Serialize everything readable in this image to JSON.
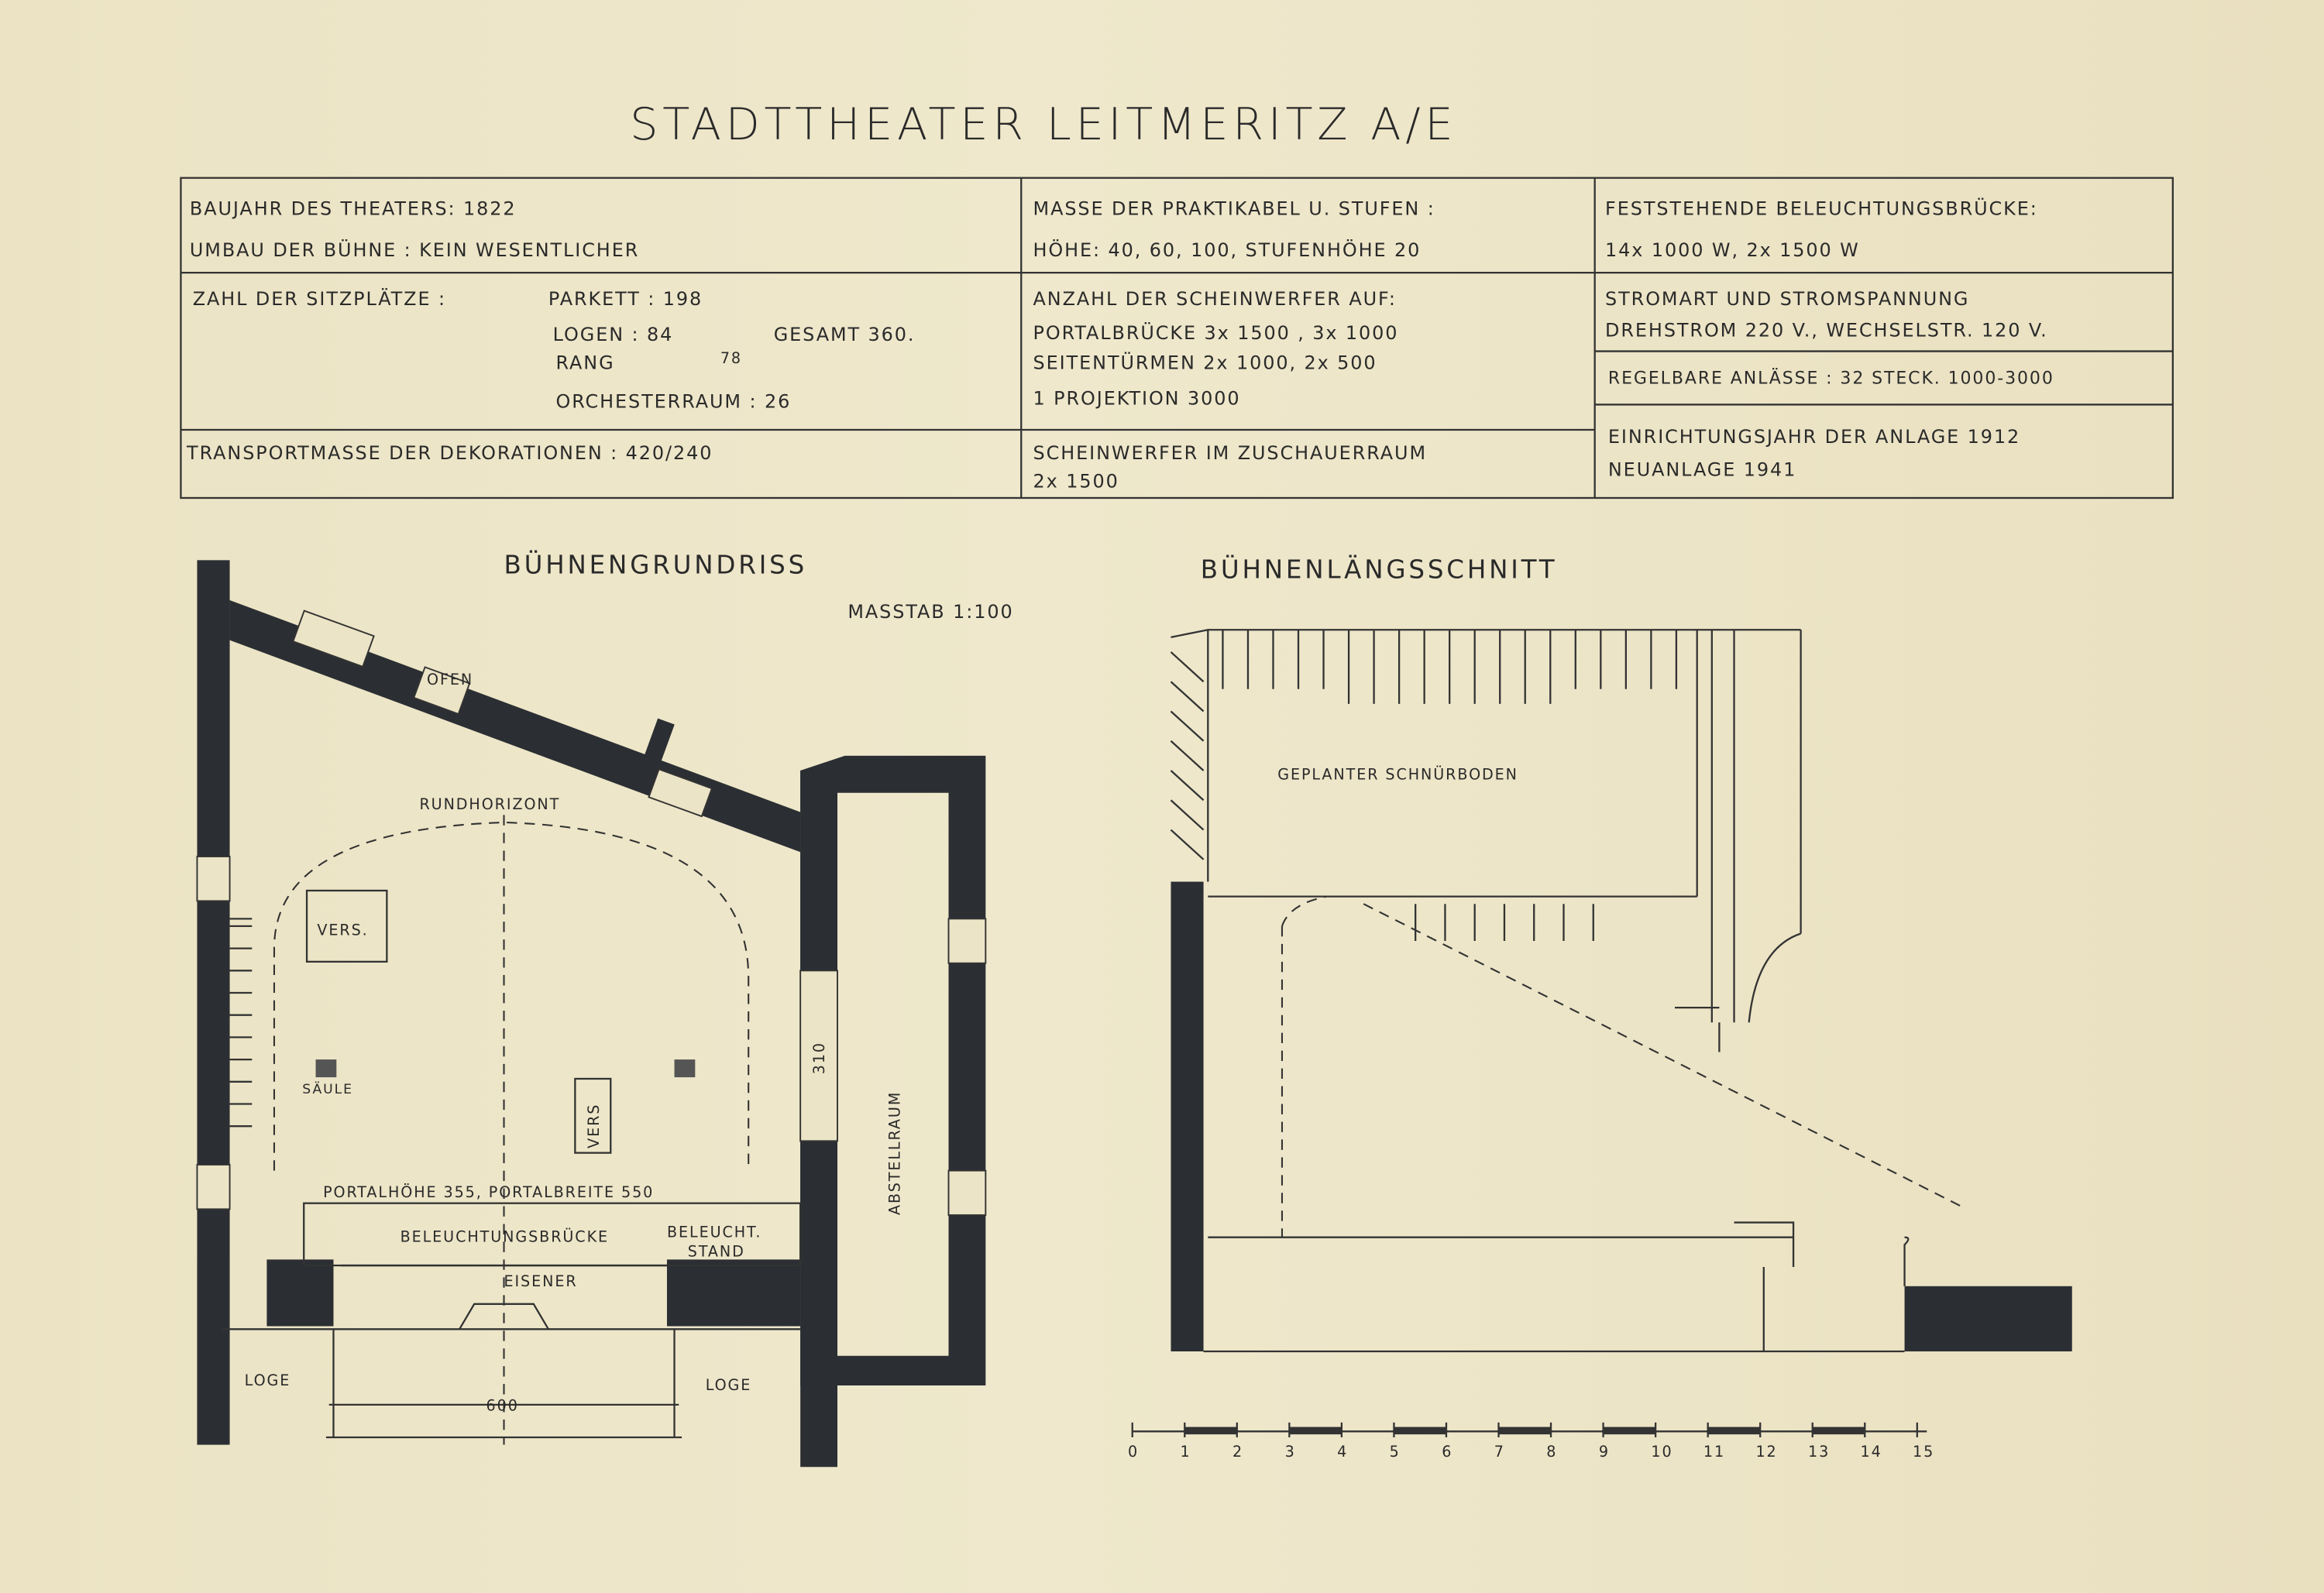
{
  "title": "STADTTHEATER LEITMERITZ A/E",
  "table": {
    "baujahr": "BAUJAHR DES THEATERS: 1822",
    "umbau": "UMBAU DER BÜHNE : KEIN WESENTLICHER",
    "sitzplaetze_label": "ZAHL DER SITZPLÄTZE :",
    "parkett": "PARKETT : 198",
    "logen": "LOGEN  :  84",
    "gesamt": "GESAMT 360.",
    "rang": "RANG",
    "rang_value": "78",
    "orchester": "ORCHESTERRAUM : 26",
    "transport": "TRANSPORTMASSE DER DEKORATIONEN : 420/240",
    "praktikabel_1": "MASSE DER PRAKTIKABEL U. STUFEN :",
    "praktikabel_2": "HÖHE: 40, 60, 100,  STUFENHÖHE 20",
    "scheinwerfer_1": "ANZAHL DER SCHEINWERFER AUF:",
    "scheinwerfer_2": "PORTALBRÜCKE  3x 1500 , 3x 1000",
    "scheinwerfer_3": "SEITENTÜRMEN 2x 1000, 2x 500",
    "scheinwerfer_4": "1 PROJEKTION 3000",
    "zuschauer_1": "SCHEINWERFER IM ZUSCHAUERRAUM",
    "zuschauer_2": "2x 1500",
    "brucke_1": "FESTSTEHENDE BELEUCHTUNGSBRÜCKE:",
    "brucke_2": "14x 1000 W, 2x 1500 W",
    "strom_1": "STROMART UND STROMSPANNUNG",
    "strom_2": "DREHSTROM   220 V., WECHSELSTR. 120 V.",
    "regelbar": "REGELBARE ANLÄSSE : 32 STECK. 1000-3000",
    "einrichtung_1": "EINRICHTUNGSJAHR DER ANLAGE 1912",
    "einrichtung_2": "NEUANLAGE 1941"
  },
  "plan": {
    "heading": "BÜHNENGRUNDRISS",
    "scale": "MASSTAB 1:100",
    "ofen": "OFEN",
    "rundhorizont": "RUNDHORIZONT",
    "vers": "VERS.",
    "saeule": "SÄULE",
    "vers2": "VERS",
    "portal": "PORTALHÖHE 355, PORTALBREITE 550",
    "beleuchtungsbruecke": "BELEUCHTUNGSBRÜCKE",
    "beleucht_1": "BELEUCHT.",
    "beleucht_2": "STAND",
    "eisener": "EISENER",
    "loge_l": "LOGE",
    "loge_r": "LOGE",
    "width": "600",
    "depth": "310",
    "abstellraum": "ABSTELLRAUM"
  },
  "section": {
    "heading": "BÜHNENLÄNGSSCHNITT",
    "schnuerboden": "GEPLANTER SCHNÜRBODEN",
    "scale_ticks": [
      "0",
      "1",
      "2",
      "3",
      "4",
      "5",
      "6",
      "7",
      "8",
      "9",
      "10",
      "11",
      "12",
      "13",
      "14",
      "15"
    ]
  }
}
